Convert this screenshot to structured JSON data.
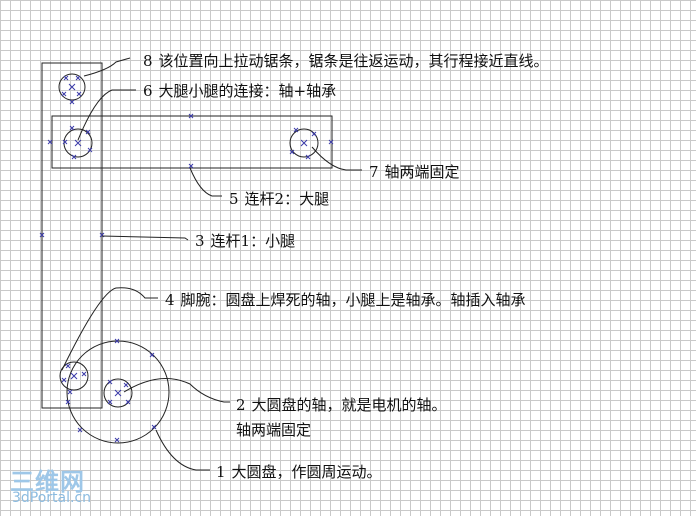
{
  "labels": [
    {
      "id": "l8",
      "num": "8",
      "text": "该位置向上拉动锯条，锯条是往返运动，其行程接近直线。"
    },
    {
      "id": "l6",
      "num": "6",
      "text": "大腿小腿的连接：轴+轴承"
    },
    {
      "id": "l7",
      "num": "7",
      "text": "轴两端固定"
    },
    {
      "id": "l5",
      "num": "5",
      "text": "连杆2：大腿"
    },
    {
      "id": "l3",
      "num": "3",
      "text": "连杆1：小腿"
    },
    {
      "id": "l4",
      "num": "4",
      "text": "脚腕：圆盘上焊死的轴，小腿上是轴承。轴插入轴承"
    },
    {
      "id": "l2",
      "num": "2",
      "text": "大圆盘的轴，就是电机的轴。"
    },
    {
      "id": "l2b",
      "num": "",
      "text": "轴两端固定"
    },
    {
      "id": "l1",
      "num": "1",
      "text": "大圆盘，作圆周运动。"
    }
  ],
  "watermark": {
    "logo": "三维网",
    "site": "3dPortal.cn"
  },
  "colors": {
    "line": "#222222",
    "marker": "#3a3aa8",
    "grid": "#c9c9c9"
  }
}
